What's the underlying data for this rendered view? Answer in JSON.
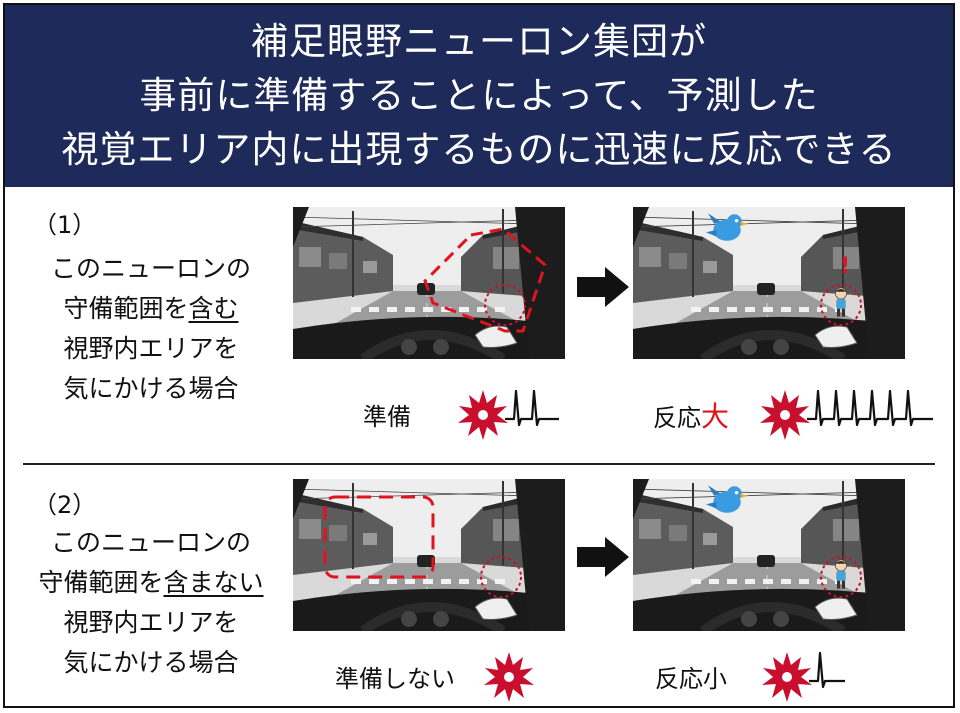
{
  "title_lines": [
    "補足眼野ニューロン集団が",
    "事前に準備することによって、予測した",
    "視覚エリア内に出現するものに迅速に反応できる"
  ],
  "case1": {
    "label": "（1）",
    "desc_line1": "このニューロンの",
    "desc_line2_a": "守備範囲を",
    "desc_line2_b": "含む",
    "desc_line3": "視野内エリアを",
    "desc_line4": "気にかける場合",
    "prep_caption": "準備",
    "react_caption_a": "反応",
    "react_caption_b": "大",
    "prep_spikes": 2,
    "react_spikes": 6
  },
  "case2": {
    "label": "（2）",
    "desc_line1": "このニューロンの",
    "desc_line2_a": "守備範囲を",
    "desc_line2_b": "含まない",
    "desc_line3": "視野内エリアを",
    "desc_line4": "気にかける場合",
    "prep_caption": "準備しない",
    "react_caption": "反応小",
    "prep_spikes": 0,
    "react_spikes": 1
  },
  "colors": {
    "header_bg": "#1e2a5a",
    "accent_red": "#e0141e",
    "neuron_red": "#c8102e"
  },
  "exclamation": "!"
}
